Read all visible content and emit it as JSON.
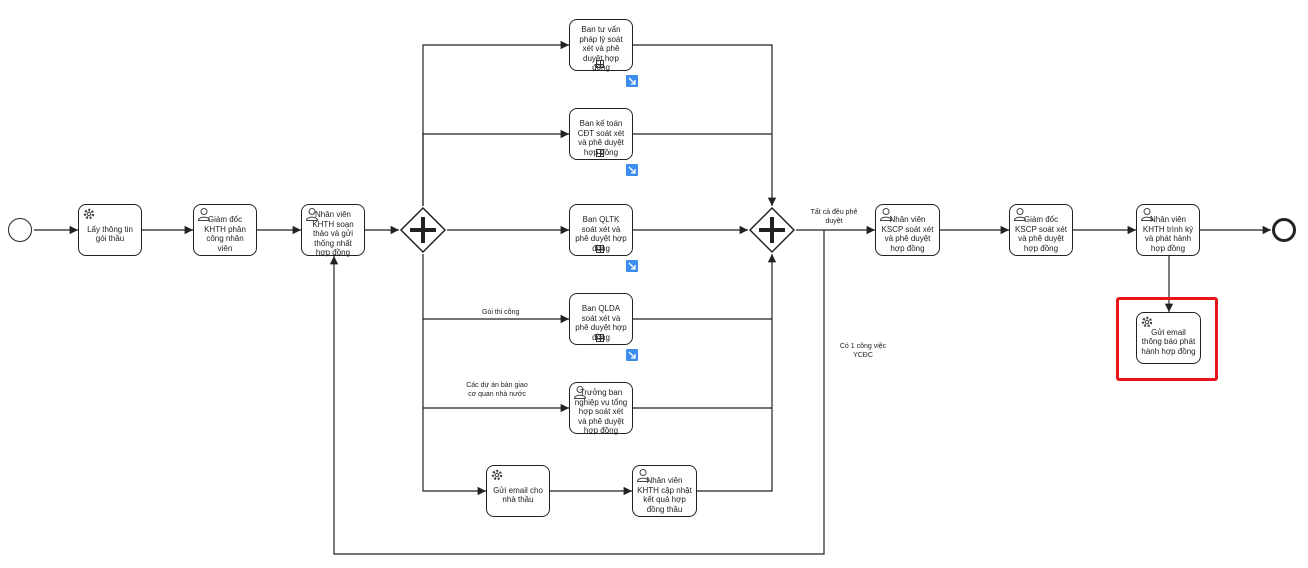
{
  "events": {
    "start": {},
    "end": {}
  },
  "tasks": {
    "t1": {
      "label": "Lấy thông tin gói thầu",
      "icon": "gear-icon"
    },
    "t2": {
      "label": "Giám đốc KHTH phân công nhân viên",
      "icon": "user-icon"
    },
    "t3": {
      "label": "Nhân viên KHTH soạn thảo và gửi thống nhất hợp đồng",
      "icon": "user-icon"
    },
    "b1": {
      "label": "Ban tư vấn pháp lý soát xét và phê duyệt hợp đồng",
      "icon": "subprocess-marker-icon"
    },
    "b2": {
      "label": "Ban kế toán CĐT soát xét và phê duyệt hợp đồng",
      "icon": "subprocess-marker-icon"
    },
    "b3": {
      "label": "Ban QLTK soát xét và phê duyệt hợp đồng",
      "icon": "subprocess-marker-icon"
    },
    "b4": {
      "label": "Ban QLDA soát xét và phê duyệt hợp đồng",
      "icon": "subprocess-marker-icon"
    },
    "b5": {
      "label": "Trưởng ban nghiệp vụ tổng hợp soát xét và phê duyệt hợp đồng",
      "icon": "user-icon"
    },
    "e1": {
      "label": "Gửi email cho nhà thầu",
      "icon": "gear-icon"
    },
    "e2": {
      "label": "Nhân viên KHTH cập nhật kết quả hợp đồng thầu",
      "icon": "user-icon"
    },
    "k1": {
      "label": "Nhân viên KSCP soát xét và phê duyệt hợp đồng",
      "icon": "user-icon"
    },
    "k2": {
      "label": "Giám đốc KSCP soát xét và phê duyệt hợp đồng",
      "icon": "user-icon"
    },
    "k3": {
      "label": "Nhân viên KHTH trình ký và phát hành hợp đồng",
      "icon": "user-icon"
    },
    "k4": {
      "label": "Gửi email thông báo phát hành hợp đồng",
      "icon": "gear-icon"
    }
  },
  "flow_labels": {
    "goi_thi_cong": "Gói thi công",
    "cac_du_an": "Các dự án bàn giao cơ quan nhà nước",
    "tat_ca": "Tất cả đều phê duyệt",
    "co_1": "Có 1 công việc YCĐC"
  },
  "colors": {
    "stroke": "#222222",
    "drill_down": "#3b8ef0",
    "highlight": "#e8141c"
  }
}
